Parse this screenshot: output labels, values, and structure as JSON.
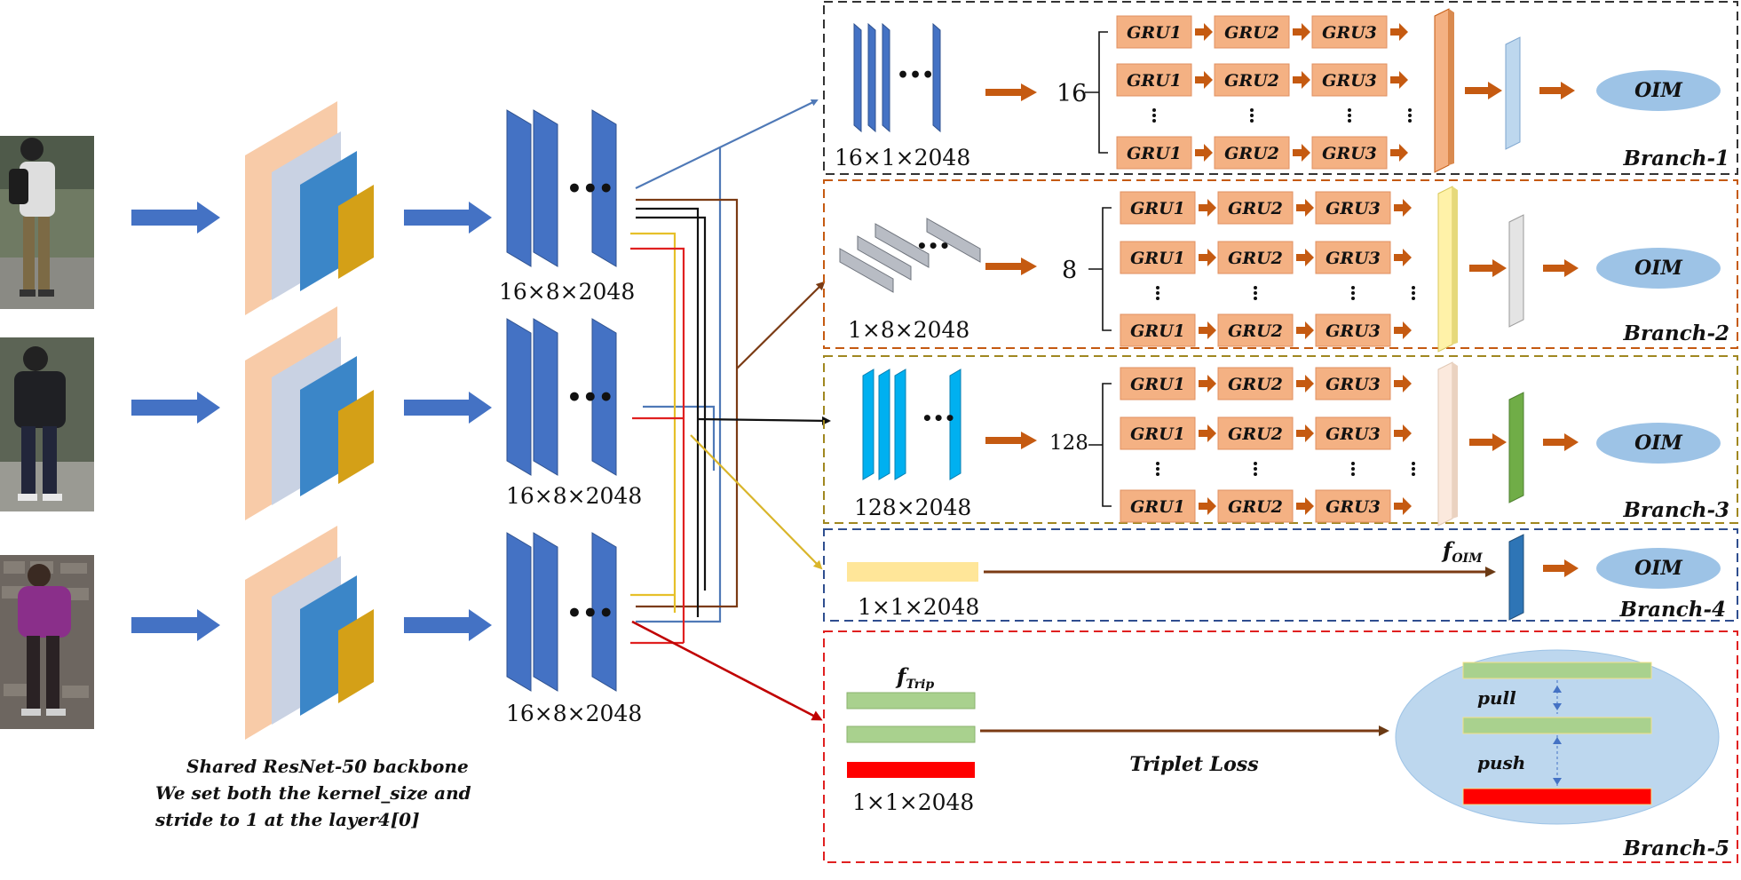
{
  "backbone": {
    "line1": "Shared ResNet-50 backbone",
    "line2": "We set both the kernel_size and",
    "line3": "stride to 1 at the layer4[0]"
  },
  "feature_map_label": "16×8×2048",
  "gru": {
    "g1": "GRU1",
    "g2": "GRU2",
    "g3": "GRU3"
  },
  "oim": "OIM",
  "branches": [
    {
      "name": "Branch-1",
      "count": "16",
      "dims": "16×1×2048"
    },
    {
      "name": "Branch-2",
      "count": "8",
      "dims": "1×8×2048"
    },
    {
      "name": "Branch-3",
      "count": "128",
      "dims": "128×2048"
    },
    {
      "name": "Branch-4",
      "dims": "1×1×2048",
      "feature_f": "f",
      "feature_sub": "OIM"
    },
    {
      "name": "Branch-5",
      "dims": "1×1×2048",
      "feature_f": "f",
      "feature_sub": "Trip",
      "loss": "Triplet Loss",
      "pull": "pull",
      "push": "push"
    }
  ],
  "colors": {
    "arrow": "#4472c4",
    "map_blue": "#4472c4",
    "peach": "#f8cba8",
    "gru_fill": "#f4b183",
    "arrow_orange": "#c55a11",
    "oim_fill": "#9dc3e6",
    "red": "#ff0000",
    "green": "#a9d18e",
    "line_brown": "#7b3b14",
    "line_yellow": "#e6c029",
    "line_blue": "#4f79b7"
  }
}
